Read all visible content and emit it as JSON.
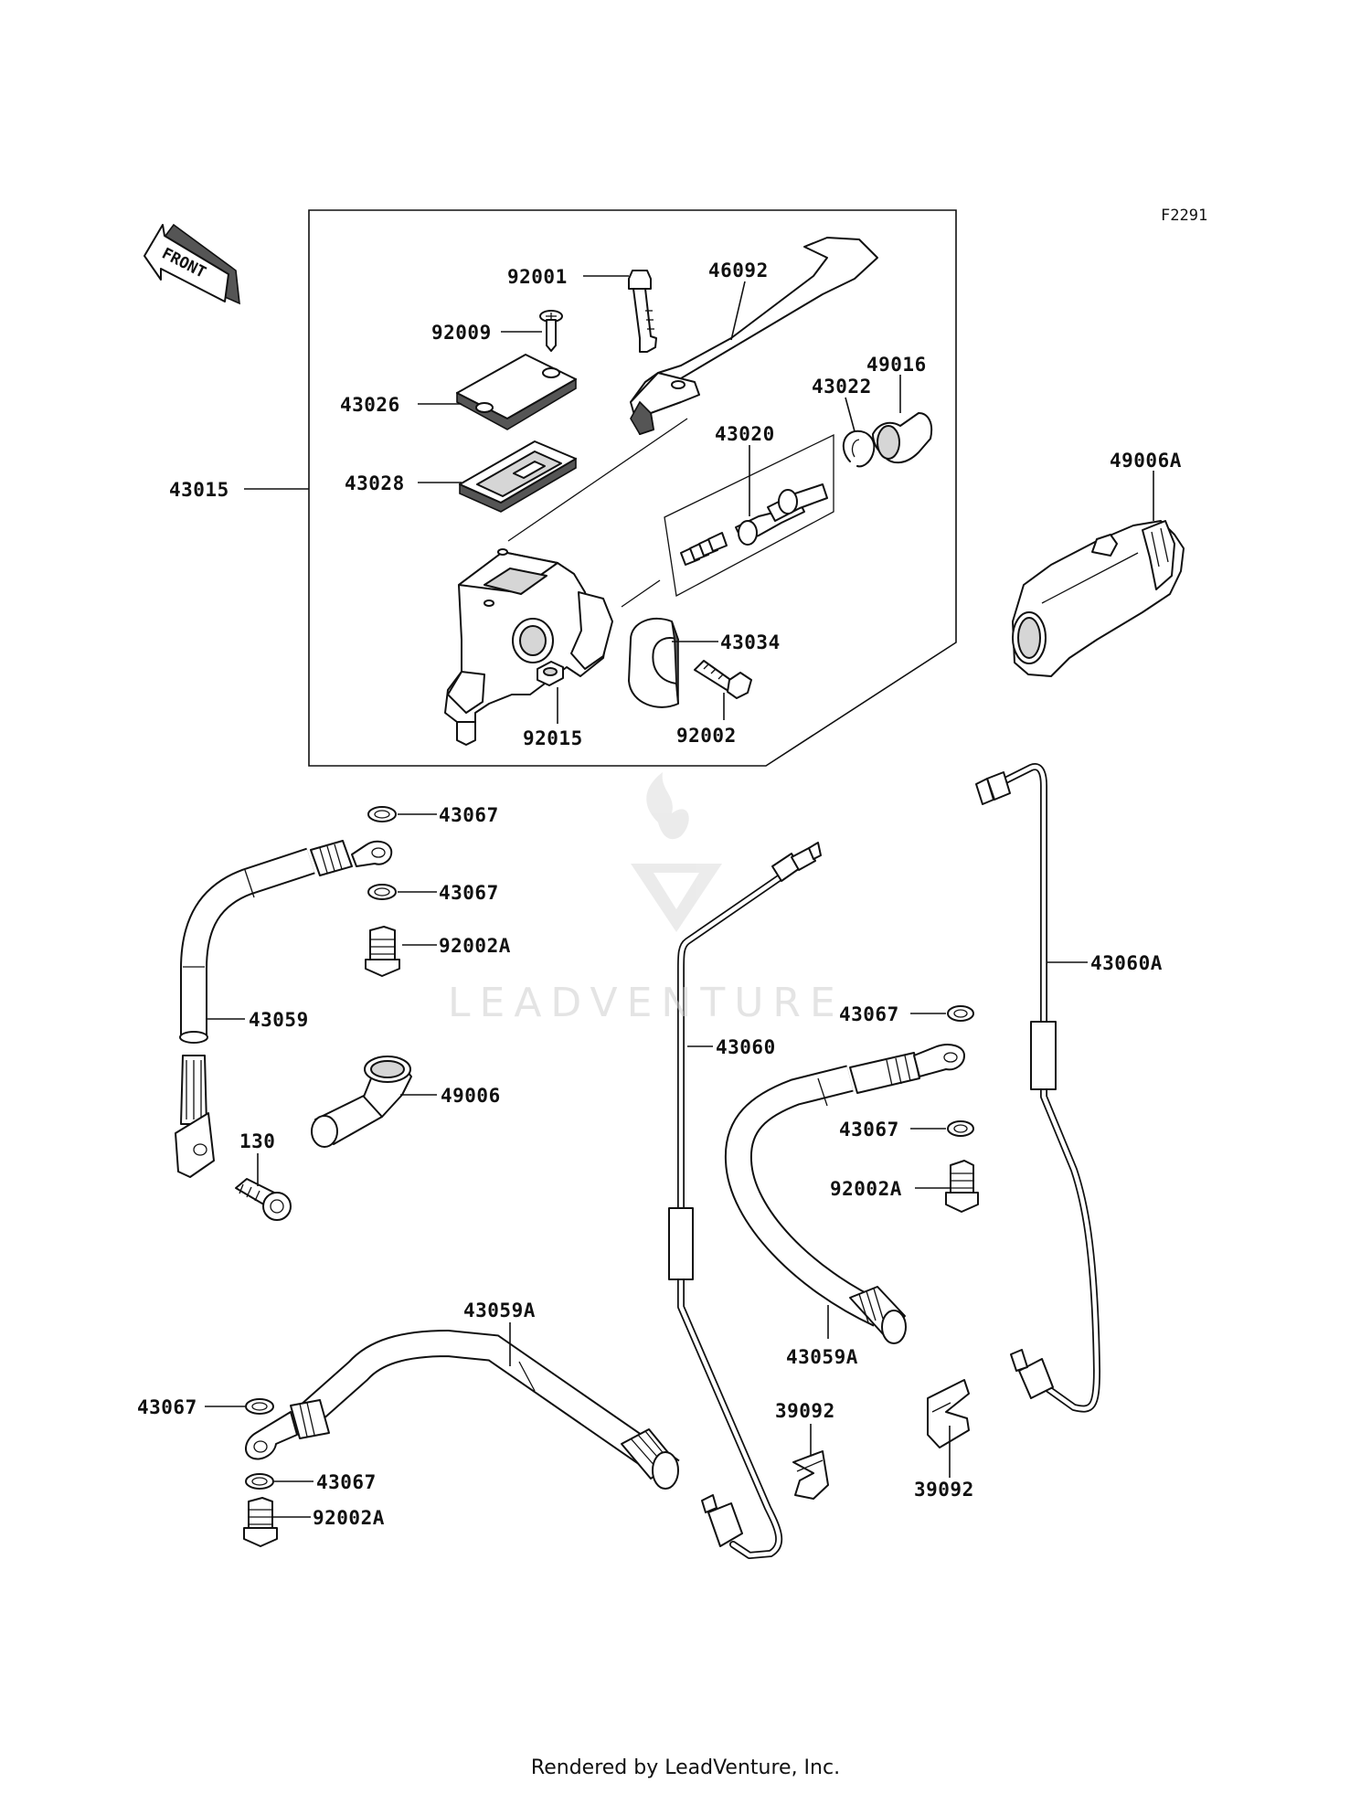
{
  "figure_code": "F2291",
  "front_label": "FRONT",
  "watermark": "LEADVENTURE",
  "footer": "Rendered by LeadVenture, Inc.",
  "parts": [
    {
      "id": "p43015",
      "label": "43015"
    },
    {
      "id": "p92001",
      "label": "92001"
    },
    {
      "id": "p46092",
      "label": "46092"
    },
    {
      "id": "p92009",
      "label": "92009"
    },
    {
      "id": "p43026",
      "label": "43026"
    },
    {
      "id": "p43028",
      "label": "43028"
    },
    {
      "id": "p43022",
      "label": "43022"
    },
    {
      "id": "p49016",
      "label": "49016"
    },
    {
      "id": "p43020",
      "label": "43020"
    },
    {
      "id": "p43034",
      "label": "43034"
    },
    {
      "id": "p92015",
      "label": "92015"
    },
    {
      "id": "p92002",
      "label": "92002"
    },
    {
      "id": "p49006A",
      "label": "49006A"
    },
    {
      "id": "p43067a",
      "label": "43067"
    },
    {
      "id": "p43067b",
      "label": "43067"
    },
    {
      "id": "p92002Aa",
      "label": "92002A"
    },
    {
      "id": "p43059",
      "label": "43059"
    },
    {
      "id": "p49006",
      "label": "49006"
    },
    {
      "id": "p130",
      "label": "130"
    },
    {
      "id": "p43060",
      "label": "43060"
    },
    {
      "id": "p43060A",
      "label": "43060A"
    },
    {
      "id": "p43067c",
      "label": "43067"
    },
    {
      "id": "p43067d",
      "label": "43067"
    },
    {
      "id": "p92002Ab",
      "label": "92002A"
    },
    {
      "id": "p43059Aa",
      "label": "43059A"
    },
    {
      "id": "p43059Ab",
      "label": "43059A"
    },
    {
      "id": "p43067e",
      "label": "43067"
    },
    {
      "id": "p43067f",
      "label": "43067"
    },
    {
      "id": "p92002Ac",
      "label": "92002A"
    },
    {
      "id": "p39092a",
      "label": "39092"
    },
    {
      "id": "p39092b",
      "label": "39092"
    }
  ]
}
